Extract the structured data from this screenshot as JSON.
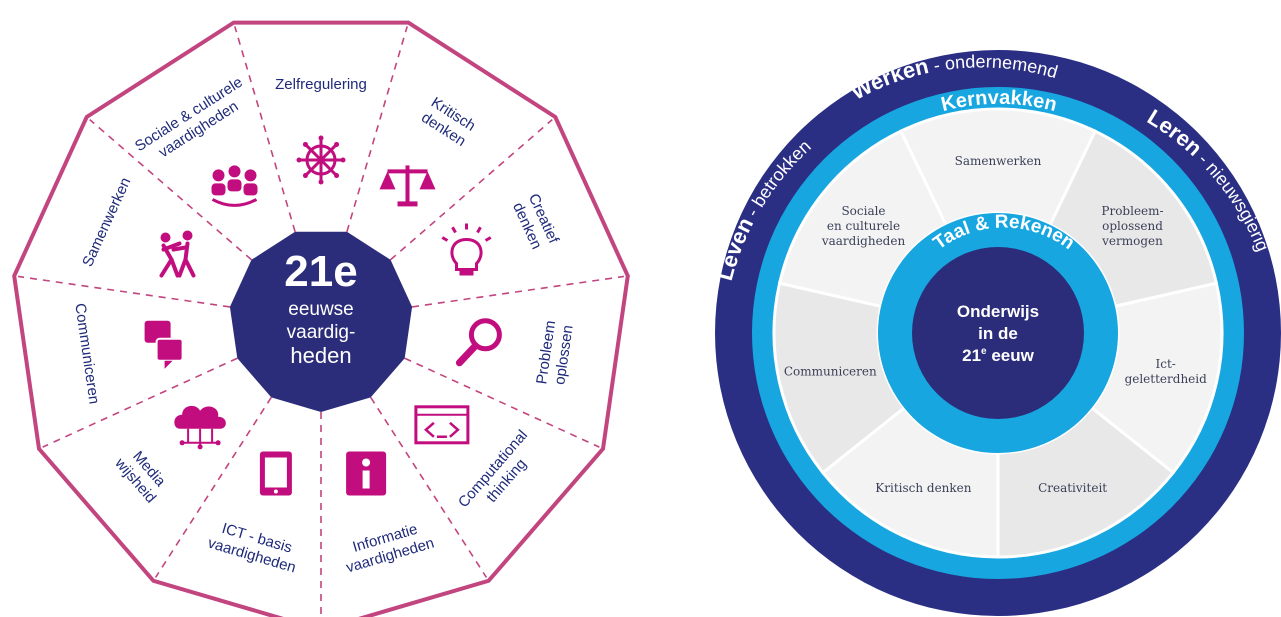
{
  "left": {
    "colors": {
      "frame": "#c2457f",
      "center": "#2c2d7a",
      "icon": "#c20d7f",
      "text": "#1f2a7a"
    },
    "center_lines": [
      "21e",
      "eeuwse",
      "vaardig-",
      "heden"
    ],
    "segments": [
      {
        "lines": [
          "Kritisch",
          "denken"
        ],
        "icon": "scales-icon"
      },
      {
        "lines": [
          "Creatief",
          "denken"
        ],
        "icon": "lightbulb-icon"
      },
      {
        "lines": [
          "Probleem",
          "oplossen"
        ],
        "icon": "magnifier-icon"
      },
      {
        "lines": [
          "Computational",
          "thinking"
        ],
        "icon": "code-window-icon"
      },
      {
        "lines": [
          "Informatie",
          "vaardigheden"
        ],
        "icon": "info-icon"
      },
      {
        "lines": [
          "ICT - basis",
          "vaardigheden"
        ],
        "icon": "tablet-icon"
      },
      {
        "lines": [
          "Media",
          "wijsheid"
        ],
        "icon": "cloud-network-icon"
      },
      {
        "lines": [
          "Communiceren"
        ],
        "icon": "speech-bubbles-icon"
      },
      {
        "lines": [
          "Samenwerken"
        ],
        "icon": "people-working-icon"
      },
      {
        "lines": [
          "Sociale & culturele",
          "vaardigheden"
        ],
        "icon": "group-icon"
      },
      {
        "lines": [
          "Zelfregulering"
        ],
        "icon": "ship-wheel-icon"
      }
    ]
  },
  "right": {
    "colors": {
      "outer": "#2b2f84",
      "ring2": "#17a6e0",
      "ring3": "#7fd0f2",
      "wheel": "#f1f1f1",
      "center": "#2c2d7a"
    },
    "outer_ring": {
      "werken_bold": "Werken",
      "werken_rest": " - ondernemend",
      "leven_bold": "Leven",
      "leven_rest": " - betrokken",
      "leren_bold": "Leren",
      "leren_rest": " - nieuwsgierig"
    },
    "kernvakken": "Kernvakken",
    "taal_rekenen": "Taal & Rekenen",
    "center_lines": [
      "Onderwijs",
      "in de"
    ],
    "center_year": "21",
    "center_sup": "e",
    "center_word": " eeuw",
    "segments": [
      {
        "lines": [
          "Samenwerken"
        ]
      },
      {
        "lines": [
          "Probleem-",
          "oplossend",
          "vermogen"
        ]
      },
      {
        "lines": [
          "Ict-",
          "geletterdheid"
        ]
      },
      {
        "lines": [
          "Creativiteit"
        ]
      },
      {
        "lines": [
          "Kritisch denken"
        ]
      },
      {
        "lines": [
          "Communiceren"
        ]
      },
      {
        "lines": [
          "Sociale",
          "en culturele",
          "vaardigheden"
        ]
      }
    ]
  }
}
